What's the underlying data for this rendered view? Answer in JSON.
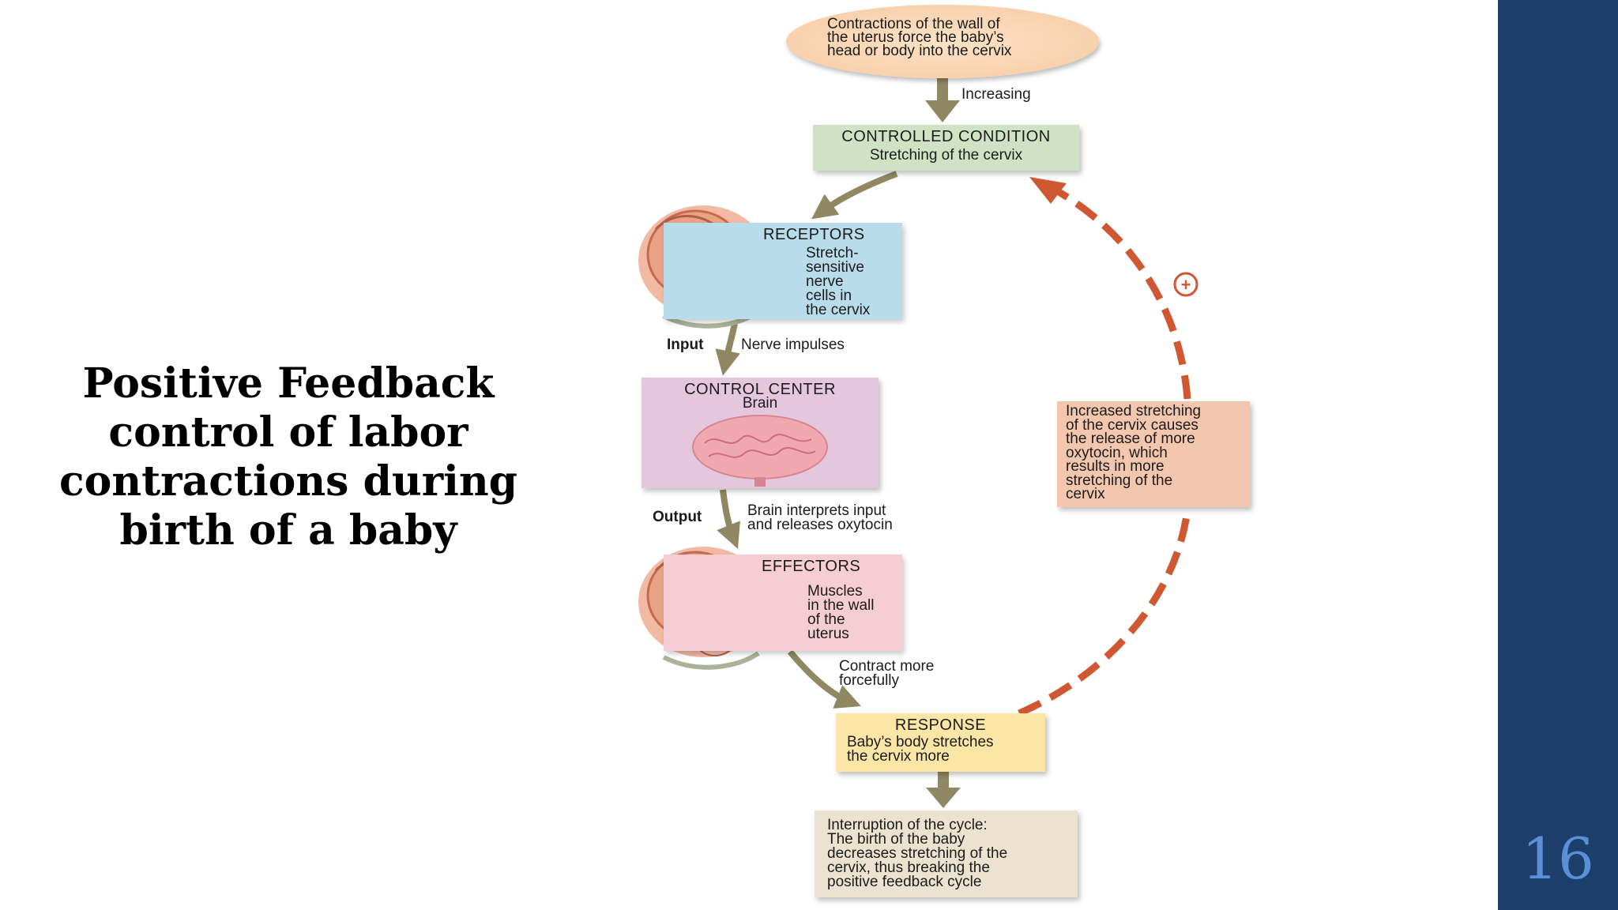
{
  "slide": {
    "title_lines": [
      "Positive Feedback",
      "control of labor",
      "contractions during",
      "birth of a baby"
    ],
    "page_number": "16"
  },
  "diagram": {
    "stimulus": {
      "lines": [
        "Contractions of the wall of",
        "the uterus force the baby’s",
        "head or body into the cervix"
      ]
    },
    "increasing_label": "Increasing",
    "controlled_condition": {
      "heading": "CONTROLLED CONDITION",
      "text": "Stretching of the cervix"
    },
    "receptors": {
      "heading": "RECEPTORS",
      "lines": [
        "Stretch-",
        "sensitive",
        "nerve",
        "cells in",
        "the cervix"
      ]
    },
    "input_label": "Input",
    "nerve_impulses_label": "Nerve impulses",
    "control_center": {
      "heading": "CONTROL CENTER",
      "text": "Brain"
    },
    "output_label": "Output",
    "brain_interprets_lines": [
      "Brain interprets input",
      "and releases oxytocin"
    ],
    "effectors": {
      "heading": "EFFECTORS",
      "lines": [
        "Muscles",
        "in the wall",
        "of the",
        "uterus"
      ]
    },
    "contract_lines": [
      "Contract more",
      "forcefully"
    ],
    "response": {
      "heading": "RESPONSE",
      "lines": [
        "Baby’s body stretches",
        "the cervix more"
      ]
    },
    "interruption": {
      "lines": [
        "Interruption of the cycle:",
        "The birth of the baby",
        "decreases stretching of the",
        "cervix, thus breaking the",
        "positive feedback cycle"
      ]
    },
    "feedback_note": {
      "lines": [
        "Increased stretching",
        "of the cervix causes",
        "the release of more",
        "oxytocin, which",
        "results in more",
        "stretching of the",
        "cervix"
      ]
    },
    "plus_symbol": "+"
  },
  "colors": {
    "sidebar": "#1d3f6b",
    "page_number": "#5b8fd6",
    "arrow": "#8f8862",
    "feedback_loop": "#cf5833",
    "controlled_condition_fill": "#cfe3c4",
    "receptors_fill": "#b9dcea",
    "control_center_fill": "#e4c7dd",
    "effectors_fill": "#f6cdd3",
    "response_fill": "#fbe6a6",
    "interruption_fill": "#ebe3cf",
    "feedback_note_fill": "#f3c7ae"
  }
}
